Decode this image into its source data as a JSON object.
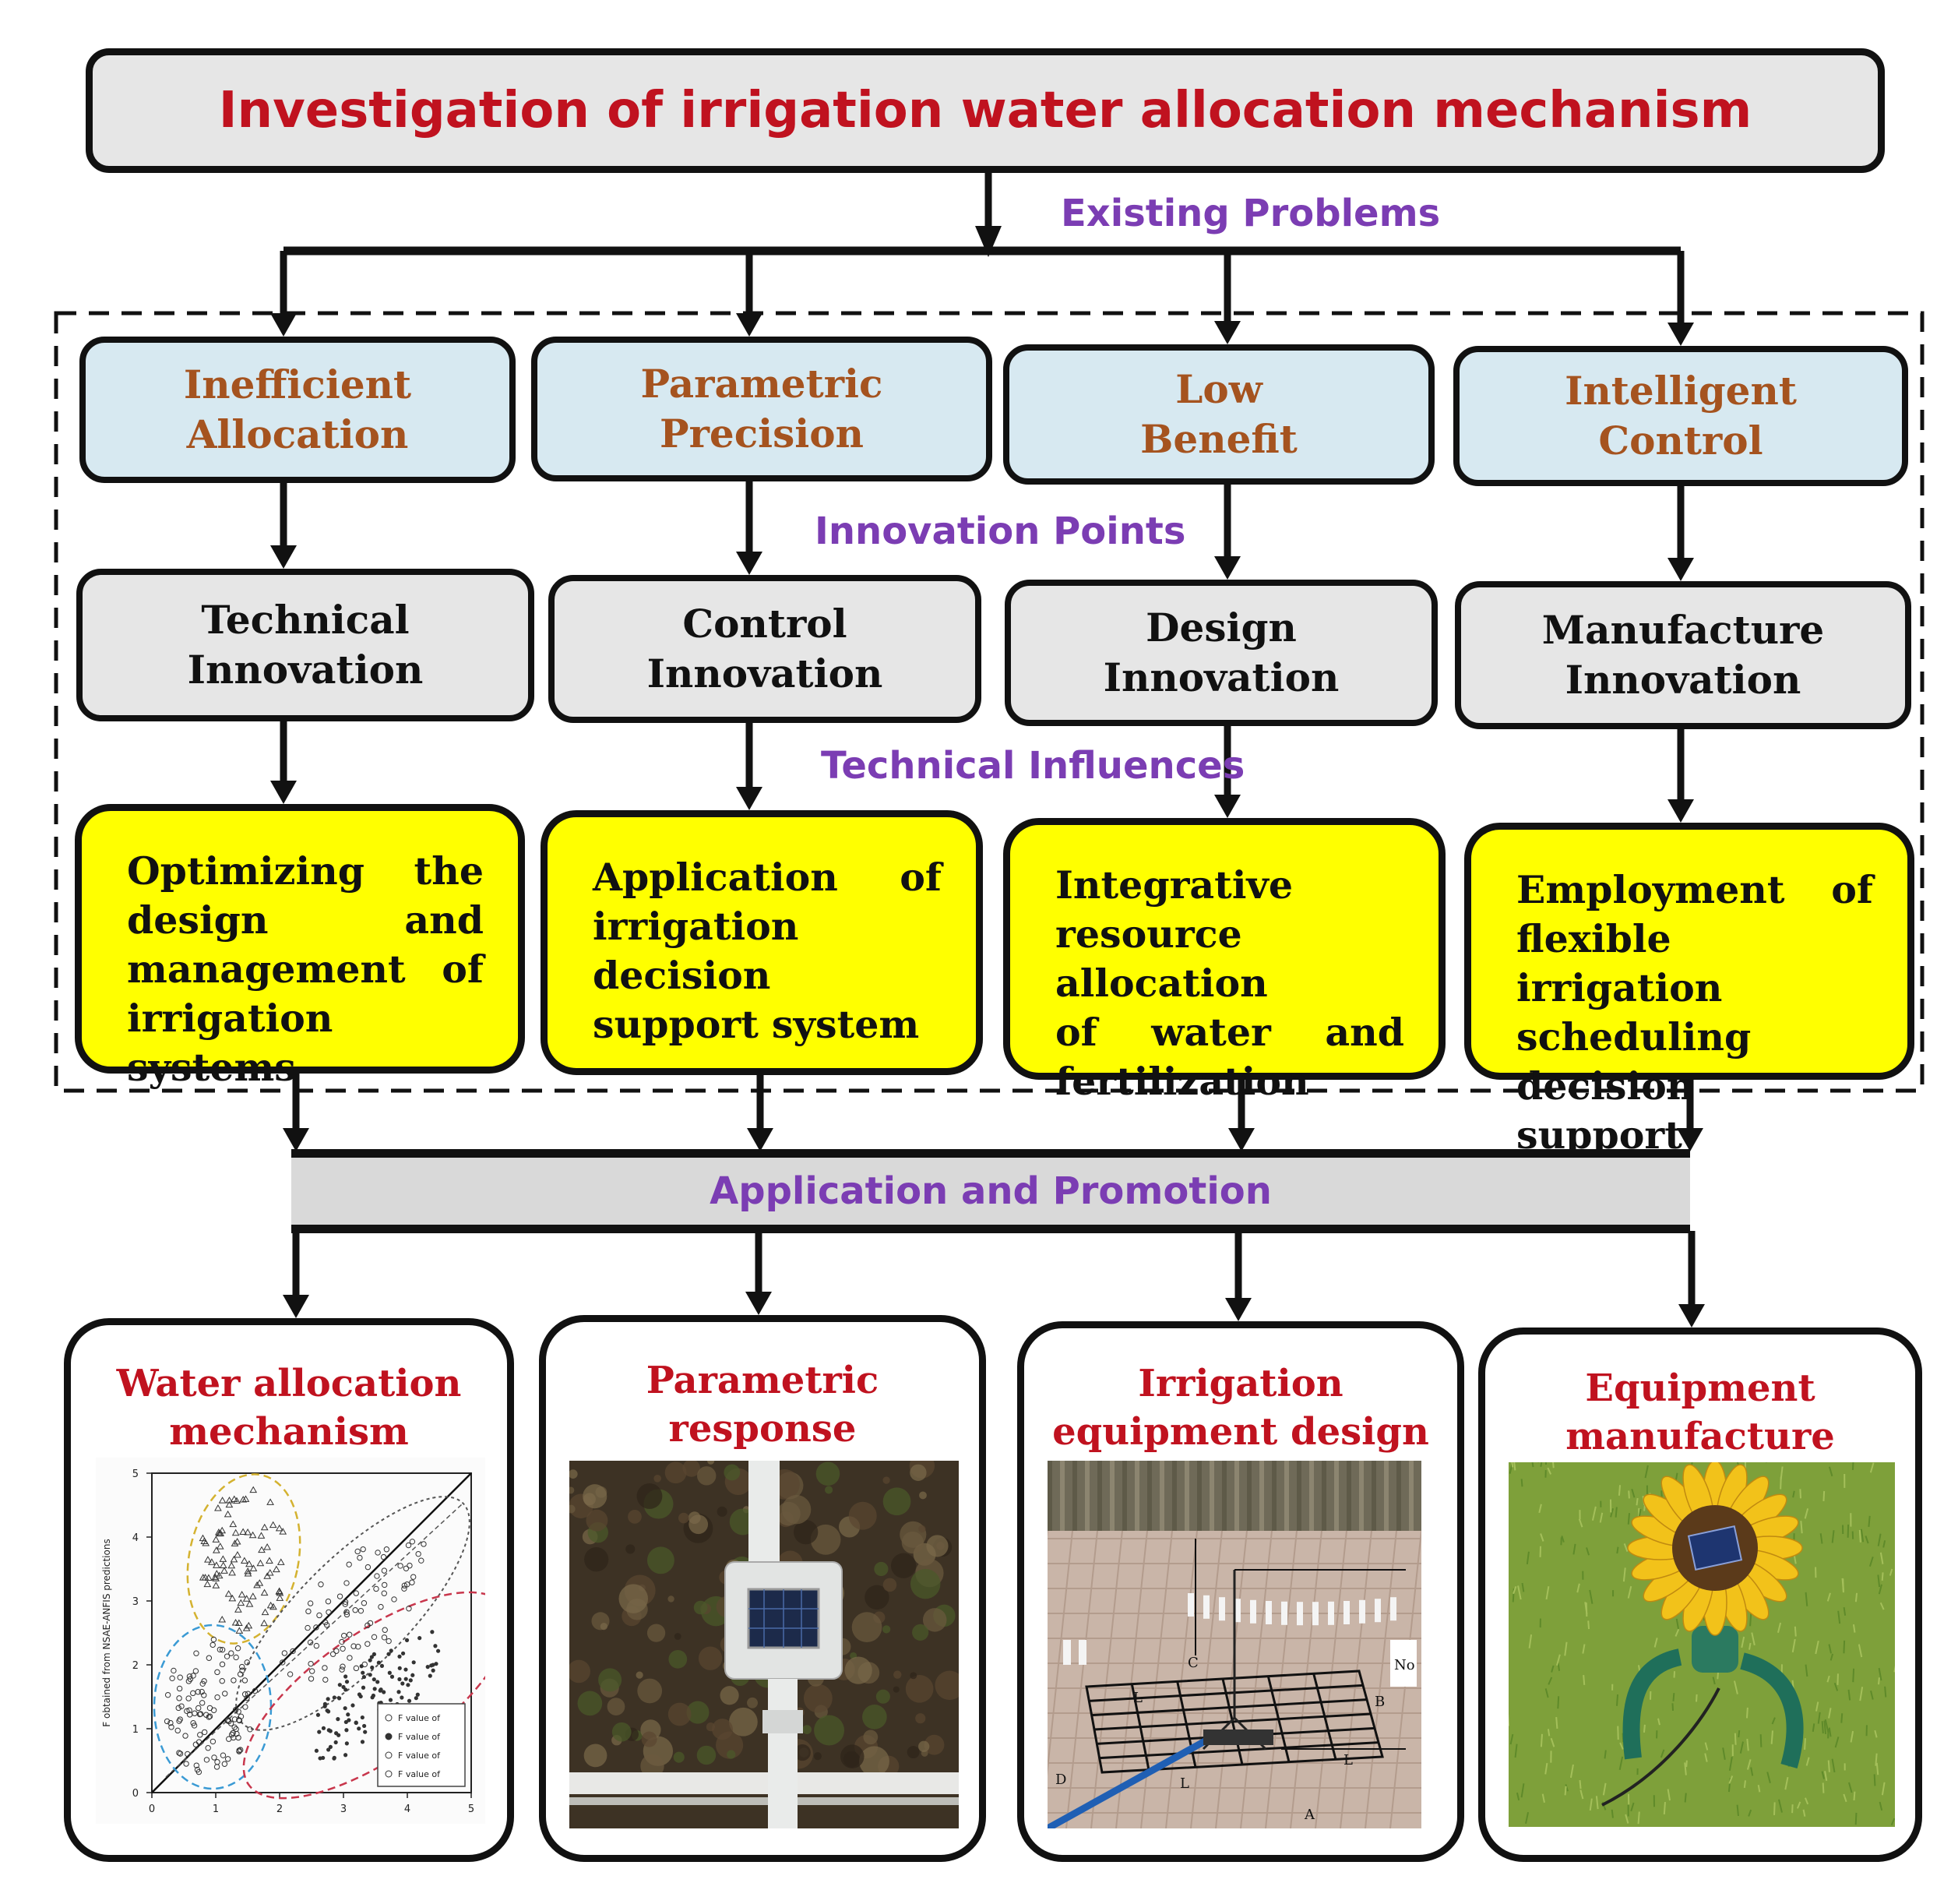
{
  "title": "Investigation of irrigation water allocation mechanism",
  "labels": {
    "existing_problems": "Existing Problems",
    "innovation_points": "Innovation Points",
    "technical_influences": "Technical Influences",
    "application_promotion": "Application and Promotion"
  },
  "problems": [
    {
      "line1": "Inefficient",
      "line2": "Allocation"
    },
    {
      "line1": "Parametric",
      "line2": "Precision"
    },
    {
      "line1": "Low",
      "line2": "Benefit"
    },
    {
      "line1": "Intelligent",
      "line2": "Control"
    }
  ],
  "innovations": [
    {
      "line1": "Technical",
      "line2": "Innovation"
    },
    {
      "line1": "Control",
      "line2": "Innovation"
    },
    {
      "line1": "Design",
      "line2": "Innovation"
    },
    {
      "line1": "Manufacture",
      "line2": "Innovation"
    }
  ],
  "influences": [
    {
      "lines": [
        "Optimizing the",
        "design and",
        "management of",
        "irrigation systems"
      ]
    },
    {
      "lines": [
        "Application of",
        "irrigation decision",
        "support system"
      ]
    },
    {
      "lines": [
        "Integrative",
        "resource allocation",
        "of water and",
        "fertilization"
      ]
    },
    {
      "lines": [
        "Employment of",
        "flexible irrigation",
        "scheduling",
        "decision support"
      ]
    }
  ],
  "applications": [
    {
      "line1": "Water allocation",
      "line2": "mechanism"
    },
    {
      "line1": "Parametric",
      "line2": "response"
    },
    {
      "line1": "Irrigation",
      "line2": "equipment design"
    },
    {
      "line1": "Equipment",
      "line2": "manufacture"
    }
  ],
  "scatter_plot": {
    "ylabel": "F obtained from NSAE-ANFIS predictions",
    "x_ticks": [
      "0",
      "1",
      "2",
      "3",
      "4",
      "5"
    ],
    "y_ticks": [
      "0",
      "1",
      "2",
      "3",
      "4",
      "5"
    ],
    "legend": [
      "F value of",
      "F value of",
      "F value of",
      "F value of"
    ]
  },
  "equipment_photo_labels": [
    "C",
    "L",
    "B",
    "D",
    "L",
    "L",
    "A",
    "No"
  ],
  "icons": {
    "photo_sensor": "solar-sensor-photo-icon",
    "photo_sprinkler_grid": "sprinkler-grid-photo-icon",
    "photo_sunflower": "sunflower-sprinkler-photo-icon"
  },
  "colors": {
    "title_text": "#c0121f",
    "label_purple": "#7b3db3",
    "problem_fill": "#d7e9f1",
    "problem_text": "#a5531f",
    "innovation_fill": "#e6e6e6",
    "influence_fill": "#ffff00",
    "app_title_text": "#c0121f"
  }
}
